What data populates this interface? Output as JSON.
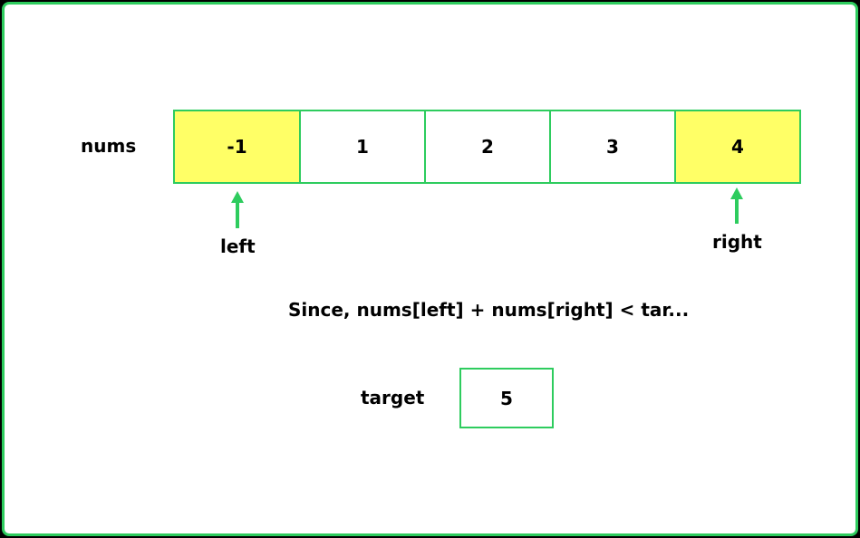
{
  "nums_label": "nums",
  "cells": [
    {
      "value": "-1",
      "highlight": true
    },
    {
      "value": "1",
      "highlight": false
    },
    {
      "value": "2",
      "highlight": false
    },
    {
      "value": "3",
      "highlight": false
    },
    {
      "value": "4",
      "highlight": true
    }
  ],
  "left_label": "left",
  "right_label": "right",
  "condition_text": "Since, nums[left] + nums[right] < tar...",
  "target_label": "target",
  "target_value": "5",
  "colors": {
    "accent": "#2ecc5e",
    "highlight": "#ffff66",
    "background": "#ffffff"
  }
}
